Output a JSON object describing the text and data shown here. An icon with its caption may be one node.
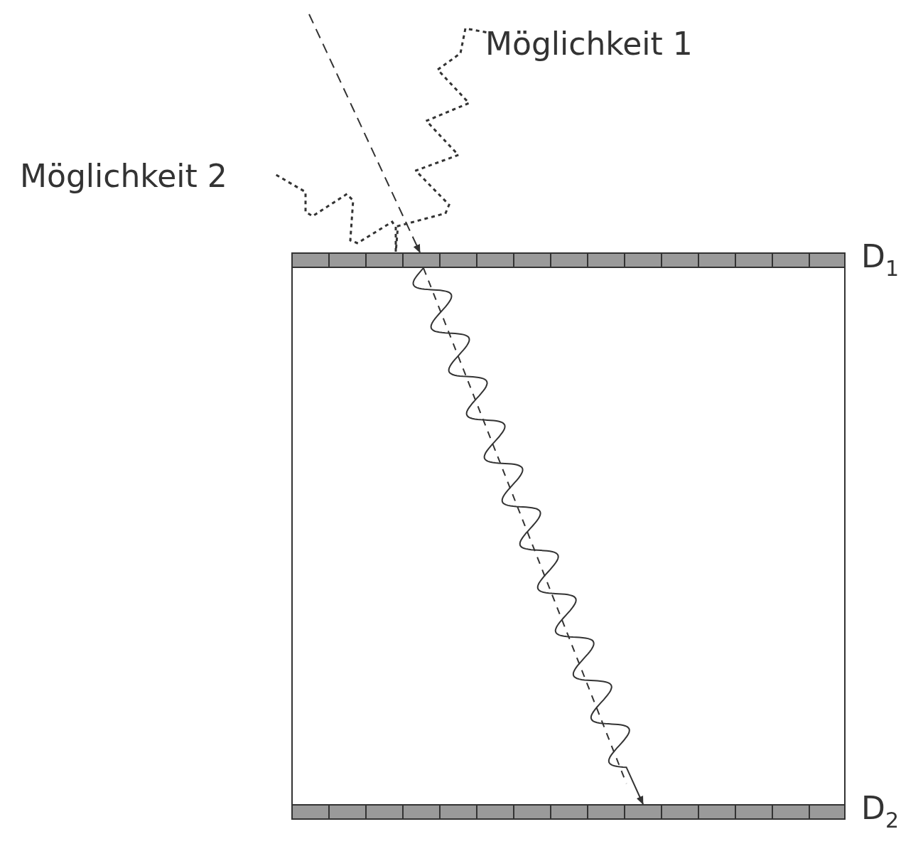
{
  "diagram": {
    "nodes": [
      {
        "text": [
          "Möglichkeit 1"
        ]
      },
      {
        "text": [
          "Möglichkeit 2"
        ]
      },
      {
        "text": [
          "D$_{1}$"
        ]
      },
      {
        "text": [
          "D$_{2}$"
        ]
      }
    ],
    "edges": [
      {
        "from": null,
        "to": 2,
        "arrow": "to",
        "style": "dashed"
      },
      {
        "from": 0,
        "to": 2,
        "arrow": "none",
        "style": "dashed"
      },
      {
        "from": 1,
        "to": 2,
        "arrow": "none",
        "style": "dashed"
      },
      {
        "from": 2,
        "to": 3,
        "arrow": "to"
      },
      {
        "from": 2,
        "to": 3,
        "arrow": "none",
        "style": "dashed"
      }
    ]
  }
}
